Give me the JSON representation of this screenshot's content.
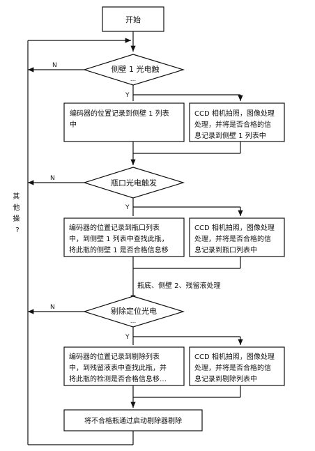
{
  "flow": {
    "start": "开始",
    "decision1": "侧壁 1 光电触",
    "decision1_tail": "...",
    "process1_left": [
      "编码器的位置记录到侧壁 1 列表",
      "中"
    ],
    "process1_right": [
      "CCD 相机拍照，图像处理",
      "处理，并将是否合格的信",
      "息记录到侧壁 1 列表中"
    ],
    "decision2": "瓶口光电触发",
    "process2_left": [
      "编码器的位置记录到瓶口列表",
      "中，到侧壁 1 列表中查找此瓶，",
      "将此瓶的侧壁 1 是否合格信息移"
    ],
    "process2_right": [
      "CCD 相机拍照，图像处理",
      "处理，并将是否合格的信",
      "息记录到瓶口列表中"
    ],
    "middle_note": "瓶底、侧壁 2、残留液处理",
    "decision3": "剔除定位光电",
    "decision3_tail": "...",
    "process3_left": [
      "编码器的位置记录到剔除列表",
      "中，到残留液表中查找此瓶，并",
      "将此瓶的检测是否合格信息移…"
    ],
    "process3_right": [
      "CCD 相机拍照，图像处理",
      "处理，并将是否合格的信",
      "息记录到剔除列表中"
    ],
    "final": "将不合格瓶通过启动剔除器剔除",
    "side_label": [
      "其",
      "他",
      "操",
      "?"
    ],
    "yes": "Y",
    "no": "N"
  }
}
